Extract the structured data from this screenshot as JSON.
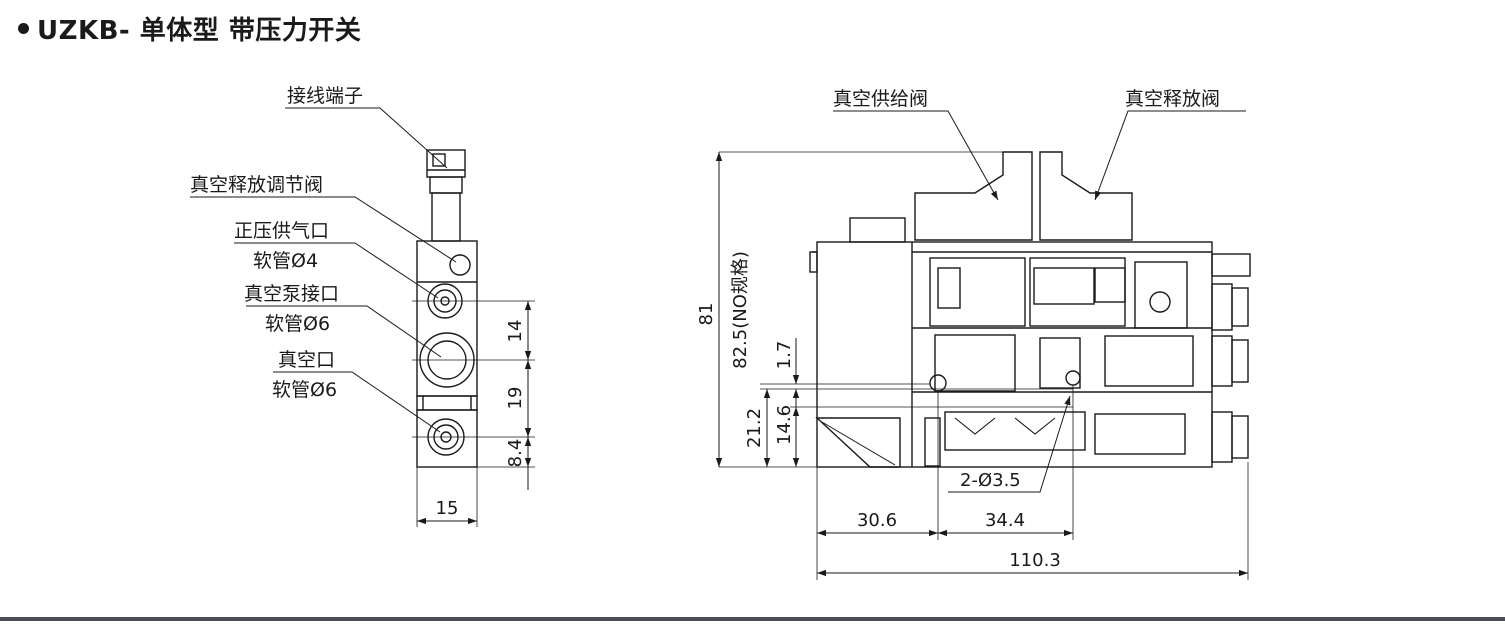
{
  "title": "UZKB- 单体型 带压力开关",
  "left_view": {
    "labels": {
      "terminal": "接线端子",
      "vacuum_release_adjust": "真空释放调节阀",
      "positive_supply": "正压供气口",
      "positive_supply_hose": "软管Ø4",
      "pump_port": "真空泵接口",
      "pump_port_hose": "软管Ø6",
      "vacuum_port": "真空口",
      "vacuum_port_hose": "软管Ø6"
    },
    "dims": {
      "d14": "14",
      "d19": "19",
      "d84": "8.4",
      "d15": "15"
    }
  },
  "right_view": {
    "labels": {
      "supply_valve": "真空供给阀",
      "release_valve": "真空释放阀",
      "holes": "2-Ø3.5"
    },
    "dims": {
      "d81": "81",
      "d825": "82.5(NO规格)",
      "d17": "1.7",
      "d212": "21.2",
      "d146": "14.6",
      "d306": "30.6",
      "d344": "34.4",
      "d1103": "110.3"
    }
  },
  "colors": {
    "line": "#1a1a1a",
    "footer": "#4a4f55"
  }
}
